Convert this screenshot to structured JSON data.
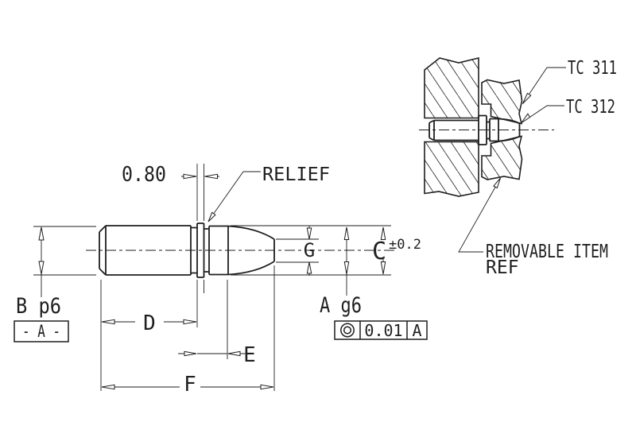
{
  "drawing": {
    "background": "#ffffff",
    "line_color": "#1f1f1f",
    "main_view": {
      "collar_width_dim": "0.80",
      "relief_callout": "RELIEF",
      "body_diameter_dim": "B p6",
      "datum_flag": "- A -",
      "length_dim_d": "D",
      "length_dim_e": "E",
      "length_dim_f": "F",
      "tip_diameter_dim": "G",
      "nose_diameter_dim": "C",
      "nose_diameter_tol": "±0.2",
      "pilot_diameter_dim": "A g6",
      "fcf": {
        "symbol": "concentricity",
        "tolerance": "0.01",
        "datum": "A"
      }
    },
    "section_view": {
      "callout_1": "TC 311",
      "callout_2": "TC 312",
      "note_line_1": "REMOVABLE ITEM",
      "note_line_2": "REF"
    }
  }
}
